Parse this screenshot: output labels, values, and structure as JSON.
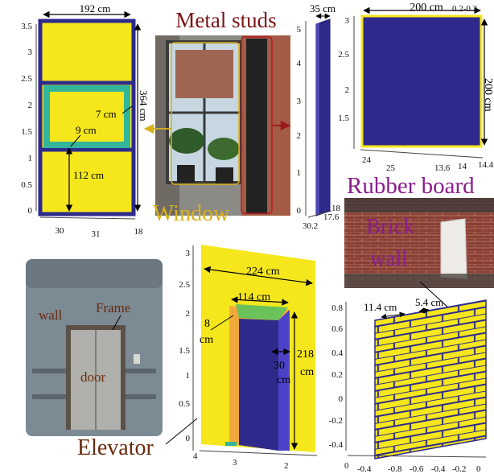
{
  "colors": {
    "yellow": "#F5E71C",
    "navy": "#2E2A8C",
    "teal": "#33B59A",
    "orange": "#F2A93B",
    "green": "#6BC25A",
    "gold": "#D8B21A",
    "maroon": "#7A1515",
    "purple": "#8A1D8A",
    "brown": "#6B2A0A"
  },
  "window_panel": {
    "dims": {
      "width": "192 cm",
      "height": "364 cm",
      "frame": "7 cm",
      "gap": "9 cm",
      "lower": "112 cm"
    },
    "y_ticks": [
      "0",
      "0.5",
      "1",
      "1.5",
      "2",
      "2.5",
      "3",
      "3.5"
    ],
    "x_ticks": [
      "30",
      "31",
      "18"
    ]
  },
  "labels": {
    "metal_studs": "Metal studs",
    "window": "Window",
    "rubber_board": "Rubber board",
    "brick_wall_line1": "Brick",
    "brick_wall_line2": "wall",
    "elevator": "Elevator",
    "wall": "wall",
    "frame": "Frame",
    "door": "door"
  },
  "stud_panel": {
    "dim": "35 cm",
    "y_ticks": [
      "0",
      "1",
      "2",
      "3",
      "4",
      "5"
    ],
    "x_ticks": [
      "30.2",
      "17.6",
      "18"
    ]
  },
  "rubber_panel": {
    "dims": {
      "width": "200 cm",
      "height": "200 cm"
    },
    "corner_note": "0.2-0.2",
    "y_ticks": [
      "1.5",
      "2",
      "2.5",
      "3"
    ],
    "x_ticks": [
      "24",
      "25",
      "13.6",
      "14",
      "14.4"
    ]
  },
  "elevator_panel": {
    "dims": {
      "wall_width": "224 cm",
      "door_width": "114 cm",
      "frame_a": "8",
      "frame_b": "cm",
      "depth_a": "30",
      "depth_b": "cm",
      "height_a": "218",
      "height_b": "cm"
    },
    "y_ticks": [
      "0",
      "0.5",
      "1",
      "1.5",
      "2",
      "2.5",
      "3"
    ],
    "x_ticks": [
      "4",
      "3",
      "2"
    ]
  },
  "brick_panel": {
    "dims": {
      "brick": "11.4 cm",
      "mortar": "5.4 cm"
    },
    "y_ticks": [
      "-0.4",
      "-0.2",
      "0",
      "0.2",
      "0.4",
      "0.6",
      "0.8"
    ],
    "x_ticks": [
      "0",
      "-0.4",
      "-0.8",
      "-0.6",
      "-0.4",
      "-0.2",
      "0"
    ]
  }
}
